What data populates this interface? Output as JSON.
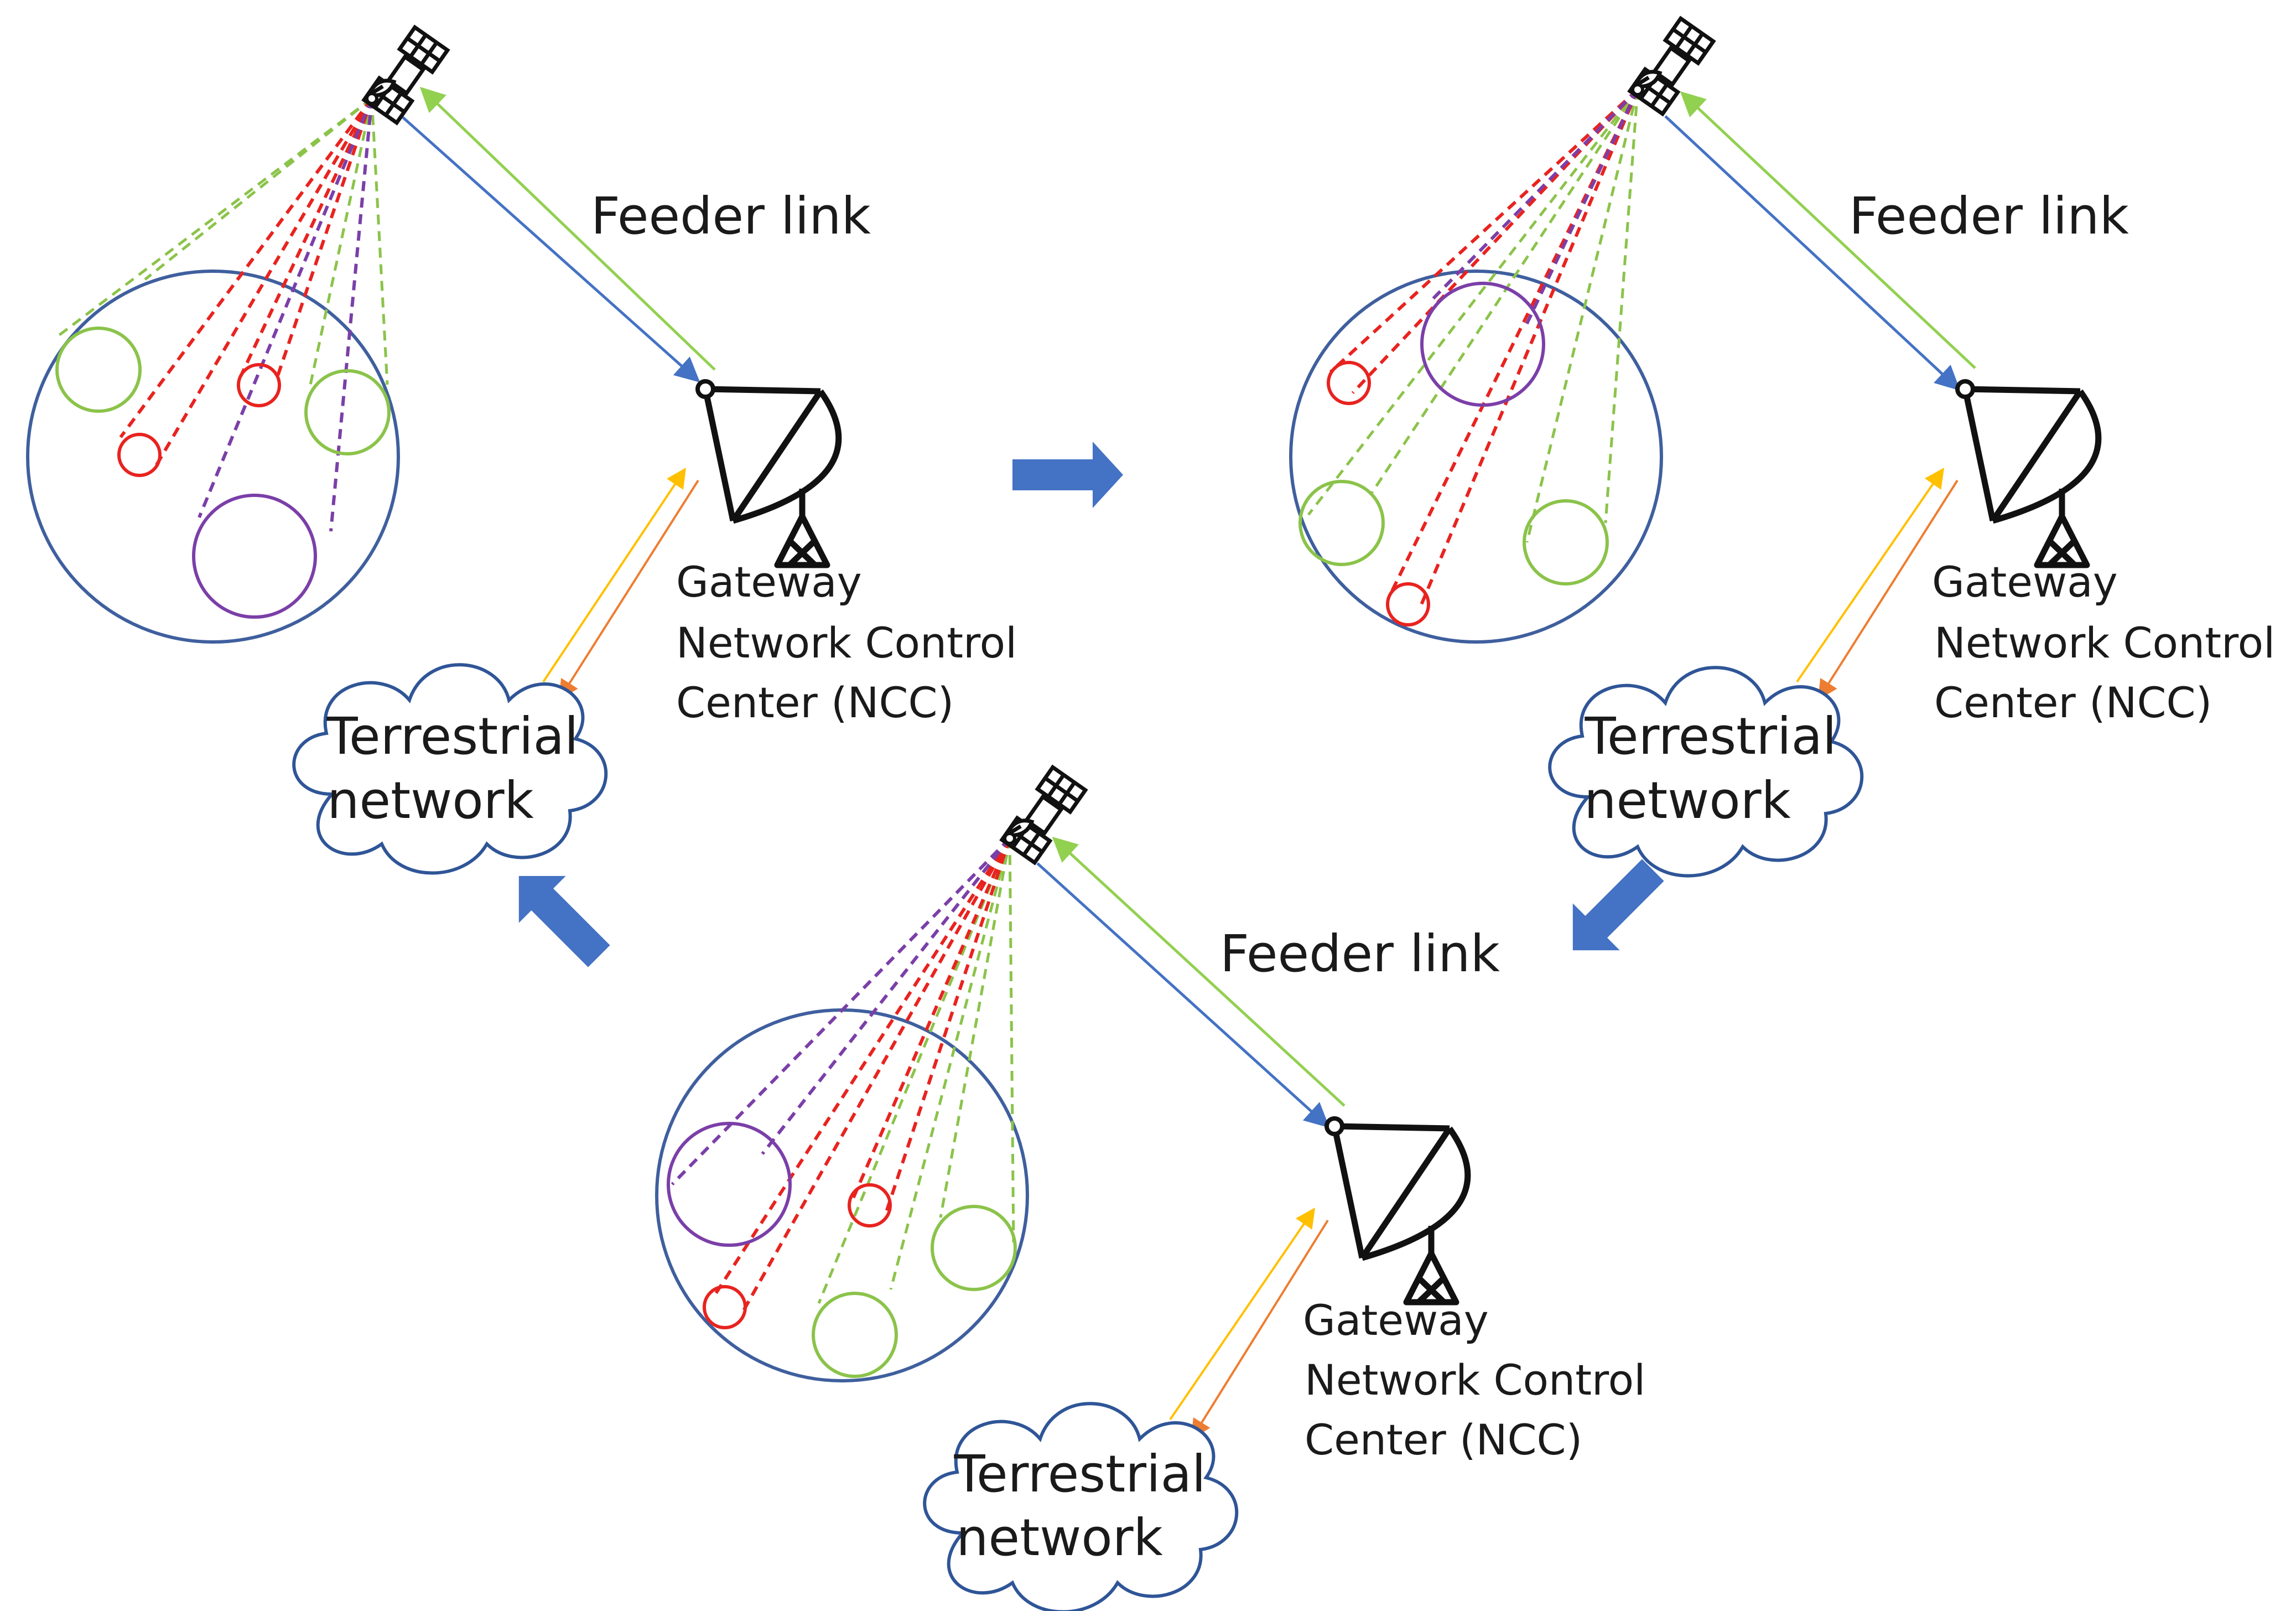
{
  "panels": [
    {
      "id": "top-left",
      "feeder_label": "Feeder link",
      "gateway_lines": [
        "Gateway",
        "Network Control",
        "Center (NCC)"
      ],
      "cloud_lines": [
        "Terrestrial",
        "network"
      ]
    },
    {
      "id": "top-right",
      "feeder_label": "Feeder link",
      "gateway_lines": [
        "Gateway",
        "Network Control",
        "Center (NCC)"
      ],
      "cloud_lines": [
        "Terrestrial",
        "network"
      ]
    },
    {
      "id": "bottom",
      "feeder_label": "Feeder link",
      "gateway_lines": [
        "Gateway",
        "Network Control",
        "Center (NCC)"
      ],
      "cloud_lines": [
        "Terrestrial",
        "network"
      ]
    }
  ],
  "colors": {
    "coverage": "#3f5f9e",
    "red_beam": "#e8231f",
    "green_beam": "#8bc34a",
    "purple_beam": "#7b3fa8",
    "feeder_down": "#4472c4",
    "feeder_up": "#92d050",
    "terrestrial_up": "#ffc000",
    "terrestrial_down": "#ed7d31",
    "flow_arrow": "#4472c4",
    "cloud_stroke": "#2f5597"
  },
  "icons": {
    "satellite": "satellite-icon",
    "gateway": "gateway-dish-icon",
    "cloud": "cloud-icon",
    "flow_arrow": "flow-arrow-icon"
  }
}
